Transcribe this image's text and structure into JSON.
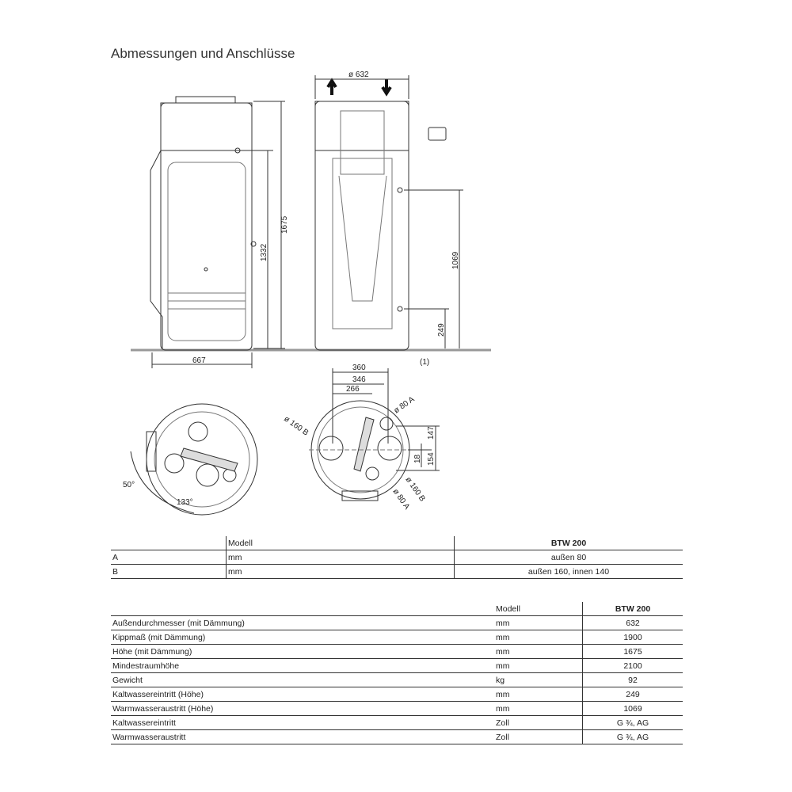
{
  "title": "Abmessungen und Anschlüsse",
  "drawing_labels": {
    "diameter": "ø 632",
    "height_total": "1675",
    "height_1332": "1332",
    "depth": "667",
    "warm_height": "1069",
    "cold_height": "249",
    "note": "(1)",
    "d360": "360",
    "d346": "346",
    "d266": "266",
    "a80_top": "ø 80 A",
    "b160_left": "ø 160 B",
    "b160_right": "ø 160 B",
    "a80_bottom": "ø 80 A",
    "d147": "147",
    "d154": "154",
    "d18": "18",
    "angle50": "50°",
    "angle133": "133°"
  },
  "table1": {
    "header": [
      "",
      "Modell",
      "BTW 200"
    ],
    "rows": [
      [
        "A",
        "mm",
        "außen 80"
      ],
      [
        "B",
        "mm",
        "außen 160, innen 140"
      ]
    ]
  },
  "table2": {
    "header": [
      "",
      "Modell",
      "BTW 200"
    ],
    "rows": [
      [
        "Außendurchmesser (mit Dämmung)",
        "mm",
        "632"
      ],
      [
        "Kippmaß (mit Dämmung)",
        "mm",
        "1900"
      ],
      [
        "Höhe (mit Dämmung)",
        "mm",
        "1675"
      ],
      [
        "Mindestraumhöhe",
        "mm",
        "2100"
      ],
      [
        "Gewicht",
        "kg",
        "92"
      ],
      [
        "Kaltwassereintritt (Höhe)",
        "mm",
        "249"
      ],
      [
        "Warmwasseraustritt (Höhe)",
        "mm",
        "1069"
      ],
      [
        "Kaltwassereintritt",
        "Zoll",
        "G ¾, AG"
      ],
      [
        "Warmwasseraustritt",
        "Zoll",
        "G ¾, AG"
      ]
    ]
  }
}
